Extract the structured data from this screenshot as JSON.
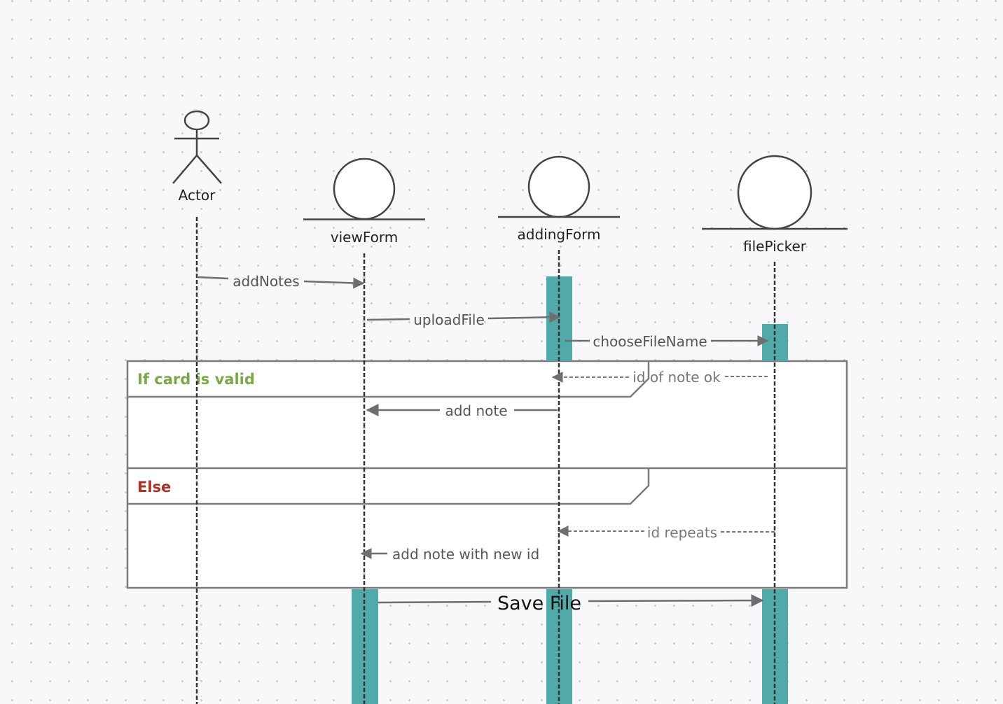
{
  "colors": {
    "background": "#f8f8fa",
    "activation": "#52a9aa",
    "line": "#555555",
    "guard_valid": "#7aa84a",
    "guard_else": "#a83226"
  },
  "participants": {
    "actor": "Actor",
    "viewForm": "viewForm",
    "addingForm": "addingForm",
    "filePicker": "filePicker"
  },
  "messages": {
    "m1": "addNotes",
    "m2": "uploadFile",
    "m3": "chooseFileName",
    "m4": "id of note ok",
    "m5": "add note",
    "m6": "id repeats",
    "m7": "add note with  new id",
    "m8": "Save File"
  },
  "fragment": {
    "guard_valid": "If card is valid",
    "guard_else": "Else"
  }
}
